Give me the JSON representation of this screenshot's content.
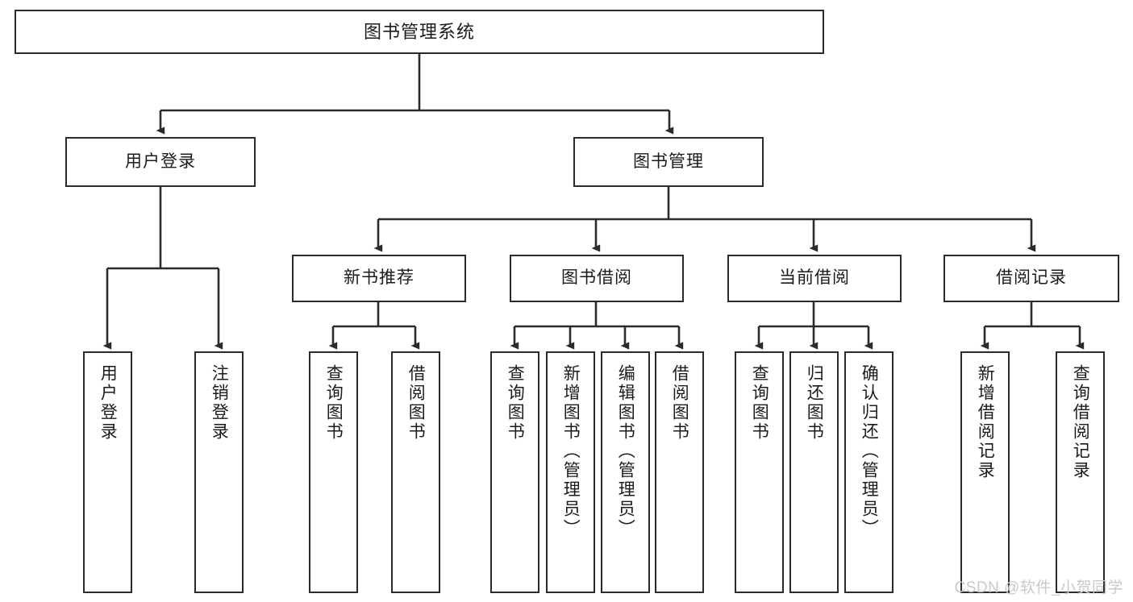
{
  "diagram": {
    "title": "图书管理系统",
    "type": "tree",
    "watermark": "CSDN @软件_小贺同学",
    "colors": {
      "box_border": "#2b2b2b",
      "box_fill": "#ffffff",
      "line": "#2b2b2b",
      "text": "#1b1b1b",
      "watermark": "#c9c9c9"
    },
    "nodes": {
      "root": {
        "label": "图书管理系统",
        "level": 1
      },
      "l2": [
        {
          "id": "user-login",
          "label": "用户登录",
          "level": 2
        },
        {
          "id": "book-manage",
          "label": "图书管理",
          "level": 2
        }
      ],
      "l3": [
        {
          "id": "new-book-recommend",
          "label": "新书推荐",
          "level": 3,
          "parent": "book-manage"
        },
        {
          "id": "book-borrow",
          "label": "图书借阅",
          "level": 3,
          "parent": "book-manage"
        },
        {
          "id": "current-borrow",
          "label": "当前借阅",
          "level": 3,
          "parent": "book-manage"
        },
        {
          "id": "borrow-record",
          "label": "借阅记录",
          "level": 3,
          "parent": "book-manage"
        }
      ],
      "leaves": [
        {
          "id": "leaf-user-login",
          "label": "用户登录",
          "parent": "user-login"
        },
        {
          "id": "leaf-user-logout",
          "label": "注销登录",
          "parent": "user-login"
        },
        {
          "id": "leaf-query-book-1",
          "label": "查询图书",
          "parent": "new-book-recommend"
        },
        {
          "id": "leaf-borrow-book-1",
          "label": "借阅图书",
          "parent": "new-book-recommend"
        },
        {
          "id": "leaf-query-book-2",
          "label": "查询图书",
          "parent": "book-borrow"
        },
        {
          "id": "leaf-add-book",
          "label": "新增图书（管理员）",
          "parent": "book-borrow"
        },
        {
          "id": "leaf-edit-book",
          "label": "编辑图书（管理员）",
          "parent": "book-borrow"
        },
        {
          "id": "leaf-borrow-book-2",
          "label": "借阅图书",
          "parent": "book-borrow"
        },
        {
          "id": "leaf-query-book-3",
          "label": "查询图书",
          "parent": "current-borrow"
        },
        {
          "id": "leaf-return-book",
          "label": "归还图书",
          "parent": "current-borrow"
        },
        {
          "id": "leaf-confirm-return",
          "label": "确认归还（管理员）",
          "parent": "current-borrow"
        },
        {
          "id": "leaf-add-record",
          "label": "新增借阅记录",
          "parent": "borrow-record"
        },
        {
          "id": "leaf-query-record",
          "label": "查询借阅记录",
          "parent": "borrow-record"
        }
      ]
    }
  }
}
